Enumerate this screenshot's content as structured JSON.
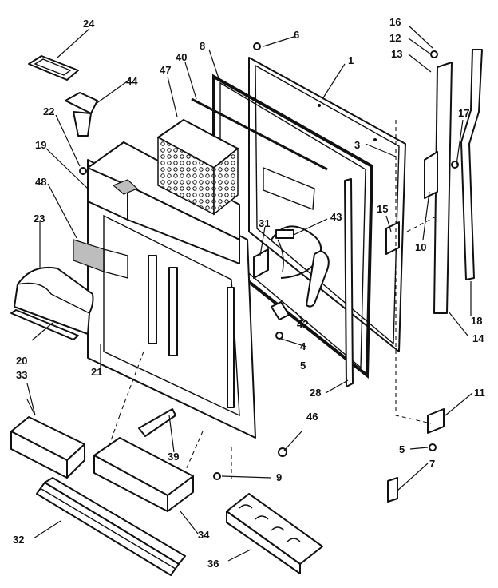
{
  "callouts": {
    "c1": "1",
    "c3": "3",
    "c4": "4",
    "c5a": "5",
    "c5b": "5",
    "c6": "6",
    "c7": "7",
    "c8": "8",
    "c9": "9",
    "c10": "10",
    "c11": "11",
    "c12": "12",
    "c13": "13",
    "c14": "14",
    "c15": "15",
    "c16": "16",
    "c17": "17",
    "c18": "18",
    "c19": "19",
    "c20": "20",
    "c21": "21",
    "c22": "22",
    "c23": "23",
    "c24": "24",
    "c28": "28",
    "c31": "31",
    "c32": "32",
    "c33": "33",
    "c34": "34",
    "c36": "36",
    "c39": "39",
    "c40": "40",
    "c42": "42",
    "c43": "43",
    "c44": "44",
    "c46": "46",
    "c47": "47",
    "c48": "48"
  }
}
